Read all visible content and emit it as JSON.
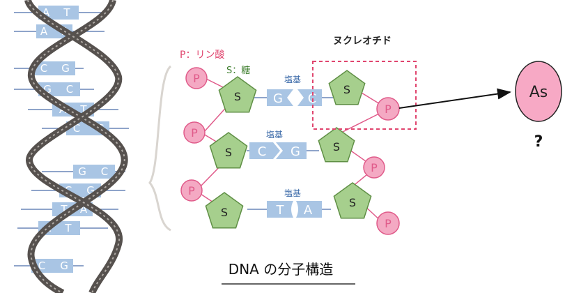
{
  "labels": {
    "phosphate": "P：リン酸",
    "sugar": "S：糖",
    "nucleotide": "ヌクレオチド",
    "base": "塩基",
    "title": "DNA の分子構造",
    "arsenic": "As",
    "question": "?"
  },
  "symbols": {
    "phosphate": "P",
    "sugar": "S"
  },
  "strands": [
    {
      "bases": [
        "G",
        "C"
      ]
    },
    {
      "bases": [
        "C",
        "G"
      ]
    },
    {
      "bases": [
        "T",
        "A"
      ]
    }
  ],
  "helix_pairs": [
    [
      "A",
      "T"
    ],
    [
      "A",
      "T"
    ],
    [
      "C",
      "G"
    ],
    [
      "G",
      "C"
    ],
    [
      "A",
      "T"
    ],
    [
      "C",
      "G"
    ],
    [
      "G",
      "C"
    ],
    [
      "C",
      "G"
    ],
    [
      "T",
      "A"
    ],
    [
      "A",
      "T"
    ],
    [
      "C",
      "G"
    ]
  ],
  "colors": {
    "phosphate_fill": "#f4a9c3",
    "phosphate_stroke": "#e05b8a",
    "sugar_fill": "#a6cf8d",
    "sugar_stroke": "#5f8f45",
    "base_fill": "#a9c5e4",
    "backbone": "#56514e",
    "dashed_box": "#e0456e",
    "label_red": "#e0456e",
    "label_green": "#3f7f2f",
    "label_blue": "#3a69a8",
    "arsenic_fill": "#f7a9c5"
  }
}
